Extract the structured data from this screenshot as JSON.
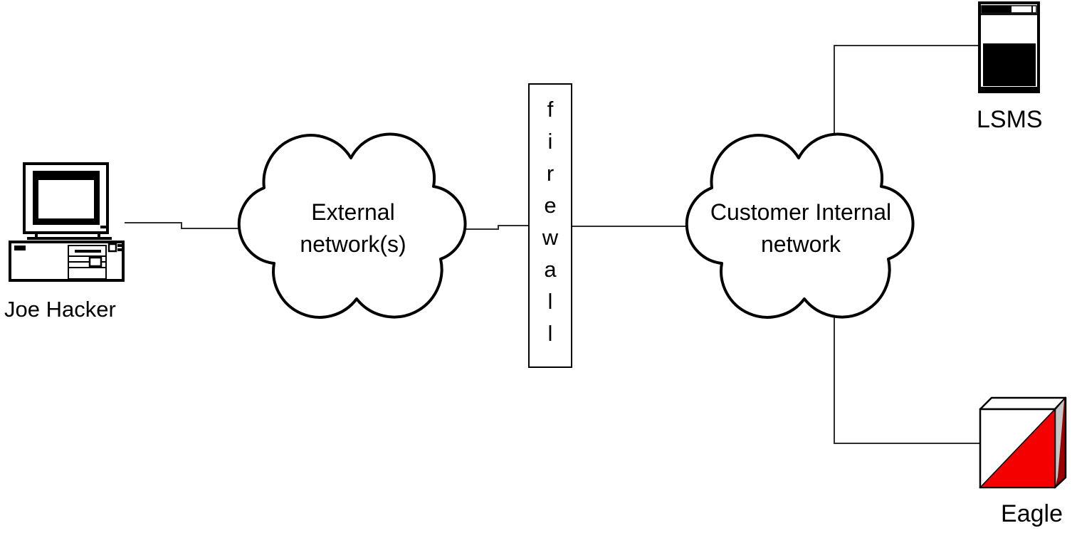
{
  "diagram": {
    "description": "Network security diagram: external attacker reaching a customer internal network through a firewall",
    "nodes": {
      "attacker": {
        "label": "Joe Hacker",
        "type": "desktop-computer"
      },
      "external_network": {
        "label": "External network(s)",
        "type": "cloud"
      },
      "firewall": {
        "label": "firewall",
        "type": "vertical-barrier"
      },
      "internal_network": {
        "label": "Customer Internal network",
        "type": "cloud"
      },
      "lsms": {
        "label": "LSMS",
        "type": "server"
      },
      "eagle": {
        "label": "Eagle",
        "type": "eagle-box"
      }
    },
    "edges": [
      {
        "from": "attacker",
        "to": "external_network"
      },
      {
        "from": "external_network",
        "to": "firewall"
      },
      {
        "from": "firewall",
        "to": "internal_network"
      },
      {
        "from": "internal_network",
        "to": "lsms"
      },
      {
        "from": "internal_network",
        "to": "eagle"
      }
    ],
    "colors": {
      "line_color": "#2e2e2e",
      "shape_stroke": "#000000",
      "shape_fill": "#ffffff",
      "eagle_red": "#f40000",
      "eagle_dark_red": "#9b0000",
      "eagle_gray": "#c6c6c6"
    }
  }
}
